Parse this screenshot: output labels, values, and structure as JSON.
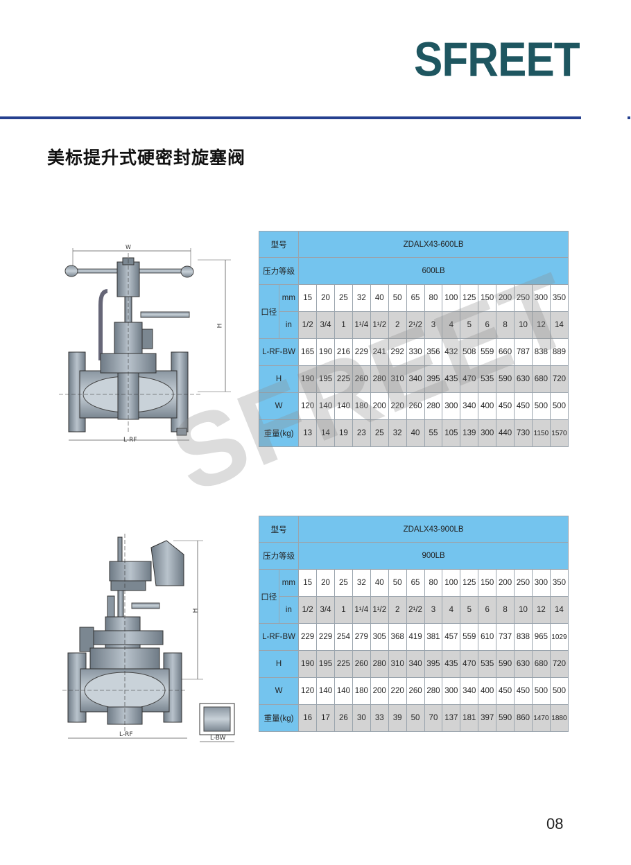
{
  "brand": "SFREET",
  "page_title": "美标提升式硬密封旋塞阀",
  "watermark": "SFREET",
  "page_number": "08",
  "colors": {
    "brand": "#1e5660",
    "rule": "#25408f",
    "header_cell": "#74c4ee",
    "grey_row": "#d3d3d3"
  },
  "drawing1": {
    "label_w": "W",
    "label_h": "H",
    "label_l": "L-RF"
  },
  "drawing2": {
    "label_h": "H",
    "label_l": "L-RF",
    "label_bw": "L-BW"
  },
  "table1": {
    "model_label": "型号",
    "model": "ZDALX43-600LB",
    "pressure_label": "压力等级",
    "pressure": "600LB",
    "size_label": "口径",
    "mm_label": "mm",
    "in_label": "in",
    "mm": [
      "15",
      "20",
      "25",
      "32",
      "40",
      "50",
      "65",
      "80",
      "100",
      "125",
      "150",
      "200",
      "250",
      "300",
      "350"
    ],
    "in": [
      "1/2",
      "3/4",
      "1",
      "1¹/4",
      "1¹/2",
      "2",
      "2¹/2",
      "3",
      "4",
      "5",
      "6",
      "8",
      "10",
      "12",
      "14"
    ],
    "rows": [
      {
        "label": "L-RF-BW",
        "shade": "white",
        "values": [
          "165",
          "190",
          "216",
          "229",
          "241",
          "292",
          "330",
          "356",
          "432",
          "508",
          "559",
          "660",
          "787",
          "838",
          "889"
        ]
      },
      {
        "label": "H",
        "shade": "grey",
        "values": [
          "190",
          "195",
          "225",
          "260",
          "280",
          "310",
          "340",
          "395",
          "435",
          "470",
          "535",
          "590",
          "630",
          "680",
          "720"
        ]
      },
      {
        "label": "W",
        "shade": "white",
        "values": [
          "120",
          "140",
          "140",
          "180",
          "200",
          "220",
          "260",
          "280",
          "300",
          "340",
          "400",
          "450",
          "450",
          "500",
          "500"
        ]
      },
      {
        "label": "重量(kg)",
        "shade": "grey",
        "values": [
          "13",
          "14",
          "19",
          "23",
          "25",
          "32",
          "40",
          "55",
          "105",
          "139",
          "300",
          "440",
          "730",
          "1150",
          "1570"
        ]
      }
    ]
  },
  "table2": {
    "model_label": "型号",
    "model": "ZDALX43-900LB",
    "pressure_label": "压力等级",
    "pressure": "900LB",
    "size_label": "口径",
    "mm_label": "mm",
    "in_label": "in",
    "mm": [
      "15",
      "20",
      "25",
      "32",
      "40",
      "50",
      "65",
      "80",
      "100",
      "125",
      "150",
      "200",
      "250",
      "300",
      "350"
    ],
    "in": [
      "1/2",
      "3/4",
      "1",
      "1¹/4",
      "1¹/2",
      "2",
      "2¹/2",
      "3",
      "4",
      "5",
      "6",
      "8",
      "10",
      "12",
      "14"
    ],
    "rows": [
      {
        "label": "L-RF-BW",
        "shade": "white",
        "values": [
          "229",
          "229",
          "254",
          "279",
          "305",
          "368",
          "419",
          "381",
          "457",
          "559",
          "610",
          "737",
          "838",
          "965",
          "1029"
        ]
      },
      {
        "label": "H",
        "shade": "grey",
        "values": [
          "190",
          "195",
          "225",
          "260",
          "280",
          "310",
          "340",
          "395",
          "435",
          "470",
          "535",
          "590",
          "630",
          "680",
          "720"
        ]
      },
      {
        "label": "W",
        "shade": "white",
        "values": [
          "120",
          "140",
          "140",
          "180",
          "200",
          "220",
          "260",
          "280",
          "300",
          "340",
          "400",
          "450",
          "450",
          "500",
          "500"
        ]
      },
      {
        "label": "重量(kg)",
        "shade": "grey",
        "values": [
          "16",
          "17",
          "26",
          "30",
          "33",
          "39",
          "50",
          "70",
          "137",
          "181",
          "397",
          "590",
          "860",
          "1470",
          "1880"
        ]
      }
    ]
  }
}
